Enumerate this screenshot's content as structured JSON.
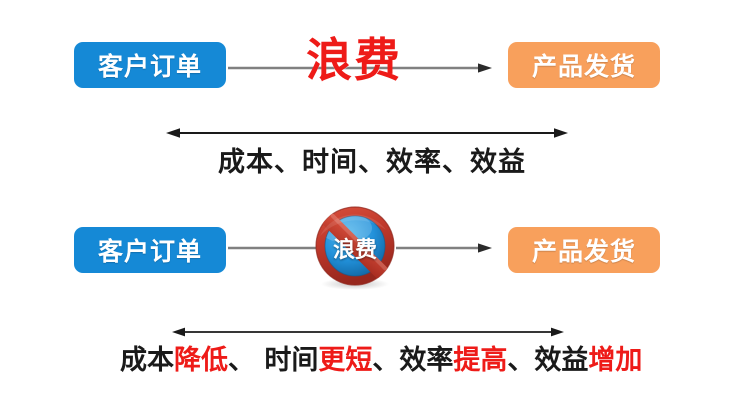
{
  "diagram": {
    "title_text": "",
    "colors": {
      "order_box": "#1589d6",
      "ship_box": "#f8a05c",
      "waste_red": "#ee1b18",
      "line_gray": "#808080",
      "line_black": "#1a1a1a",
      "badge_ring": "#c0392b",
      "badge_disc": "#2196dd",
      "text_dark": "#1a1a1a",
      "text_white": "#ffffff"
    },
    "rows": [
      {
        "id": "before",
        "start_box": {
          "label": "客户订单",
          "color": "#1589d6"
        },
        "middle": {
          "kind": "text",
          "label": "浪费",
          "color": "#ee1b18"
        },
        "end_box": {
          "label": "产品发货",
          "color": "#f8a05c"
        },
        "measure": {
          "arrow": "double-headed",
          "caption_plain": "成本、时间、效率、效益",
          "segments": [
            {
              "text": "成本、时间、效率、效益",
              "emphasis": false
            }
          ]
        }
      },
      {
        "id": "after",
        "start_box": {
          "label": "客户订单",
          "color": "#1589d6"
        },
        "middle": {
          "kind": "badge",
          "label": "浪费",
          "badge": "no-waste-prohibition-sign"
        },
        "end_box": {
          "label": "产品发货",
          "color": "#f8a05c"
        },
        "measure": {
          "arrow": "double-headed",
          "caption_plain": "成本降低、 时间更短、效率提高、效益增加",
          "segments": [
            {
              "text": "成本",
              "emphasis": false
            },
            {
              "text": "降低",
              "emphasis": true
            },
            {
              "text": "、 时间",
              "emphasis": false
            },
            {
              "text": "更短",
              "emphasis": true
            },
            {
              "text": "、效率",
              "emphasis": false
            },
            {
              "text": "提高",
              "emphasis": true
            },
            {
              "text": "、效益",
              "emphasis": false
            },
            {
              "text": "增加",
              "emphasis": true
            }
          ]
        }
      }
    ]
  }
}
